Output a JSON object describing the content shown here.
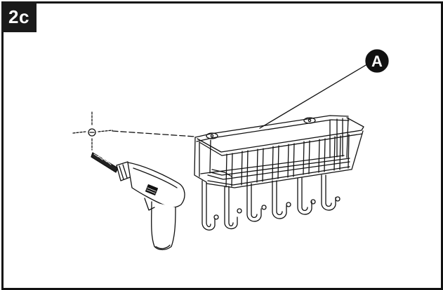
{
  "step": {
    "label": "2c"
  },
  "callout": {
    "label": "A"
  },
  "colors": {
    "ink": "#111111",
    "badge": "#1a1a1a",
    "paper": "#ffffff"
  },
  "parts": {
    "tool": "drill-icon",
    "fixture": "wire-basket-with-hooks",
    "marker": "crosshair-icon"
  }
}
